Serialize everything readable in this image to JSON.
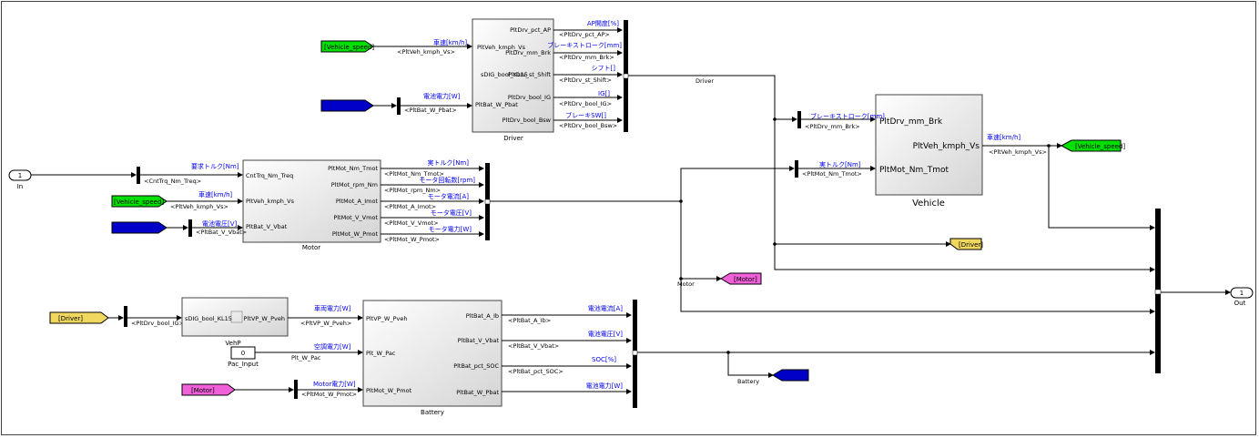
{
  "driver": {
    "name": "Driver",
    "inputs": [
      "PltVeh_kmph_Vs",
      "sDIG_bool_KL15",
      "PltBat_W_Pbat"
    ],
    "outputs": [
      "PltDrv_pct_AP",
      "PltDrv_mm_Brk",
      "PltDrv_st_Shift",
      "PltDrv_bool_IG",
      "PltDrv_bool_Bsw"
    ],
    "in_labels": [
      "車速[km/h]",
      "電池電力[W]"
    ],
    "in_signals": [
      "<PltVeh_kmph_Vs>",
      "<PltBat_W_Pbat>"
    ],
    "out_labels": [
      "AP開度[%]",
      "ブレーキストローク[mm]",
      "シフト[]",
      "IG[]",
      "ブレーキSW[]"
    ],
    "out_signals": [
      "<PltDrv_pct_AP>",
      "<PltDrv_mm_Brk>",
      "<PltDrv_st_Shift>",
      "<PltDrv_bool_IG>",
      "<PltDrv_bool_Bsw>"
    ],
    "bus_label": "Driver"
  },
  "motor": {
    "name": "Motor",
    "inputs": [
      "CntTrq_Nm_Treq",
      "PltVeh_kmph_Vs",
      "PltBat_V_Vbat"
    ],
    "outputs": [
      "PltMot_Nm_Tmot",
      "PltMot_rpm_Nm",
      "PltMot_A_Imot",
      "PltMot_V_Vmot",
      "PltMot_W_Pmot"
    ],
    "in_labels": [
      "要求トルク[Nm]",
      "車速[km/h]",
      "電池電圧[V]"
    ],
    "in_signals": [
      "<CntTrq_Nm_Treq>",
      "<PltVeh_kmph_Vs>",
      "<PltBat_V_Vbat>"
    ],
    "out_labels": [
      "実トルク[Nm]",
      "モータ回転数[rpm]",
      "モータ電流[A]",
      "モータ電圧[V]",
      "モータ電力[W]"
    ],
    "out_signals": [
      "<PltMot_Nm_Tmot>",
      "<PltMot_rpm_Nm>",
      "<PltMot_A_Imot>",
      "<PltMot_V_Vmot>",
      "<PltMot_W_Pmot>"
    ],
    "bus_label": "Motor"
  },
  "vehicle": {
    "name": "Vehicle",
    "inputs": [
      "PltDrv_mm_Brk",
      "PltMot_Nm_Tmot"
    ],
    "outputs": [
      "PltVeh_kmph_Vs"
    ],
    "in_labels": [
      "ブレーキストローク[mm]",
      "実トルク[Nm]"
    ],
    "in_signals": [
      "<PltDrv_mm_Brk>",
      "<PltMot_Nm_Tmot>"
    ],
    "out_labels": [
      "車速[km/h]"
    ],
    "out_signals": [
      "<PltVeh_kmph_Vs>"
    ]
  },
  "vehp": {
    "name": "VehP",
    "input": "sDIG_bool_KL15",
    "output": "PltVP_W_Pveh",
    "in_signal": "<PltDrv_bool_IG>"
  },
  "pac": {
    "name": "Pac_Input",
    "value": "0"
  },
  "battery": {
    "name": "Battery",
    "inputs": [
      "PltVP_W_Pveh",
      "Plt_W_Pac",
      "PltMot_W_Pmot"
    ],
    "outputs": [
      "PltBat_A_Ib",
      "PltBat_V_Vbat",
      "PltBat_pct_SOC",
      "PltBat_W_Pbat"
    ],
    "in_labels": [
      "車両電力[W]",
      "空調電力[W]",
      "Motor電力[W]"
    ],
    "in_signals": [
      "<PltVP_W_Pveh>",
      "Plt_W_Pac",
      "<PltMot_W_Pmot>"
    ],
    "out_labels": [
      "電池電流[A]",
      "電池電圧[V]",
      "SOC[%]",
      "電池電力[W]"
    ],
    "out_signals": [
      "<PltBat_A_Ib>",
      "<PltBat_V_Vbat>",
      "<PltBat_pct_SOC>"
    ],
    "bus_label": "Battery"
  },
  "inport": {
    "number": "1",
    "name": "In"
  },
  "outport": {
    "number": "1",
    "name": "Out"
  },
  "tags": {
    "vehicle_speed": "[Vehicle_speed]",
    "driver": "[Driver]",
    "motor": "[Motor]"
  },
  "colors": {
    "goto_green": "#00e000",
    "from_blue": "#0000c8",
    "tag_yellow": "#f0d860",
    "tag_magenta": "#f060d8",
    "label_blue": "#0000ee"
  }
}
